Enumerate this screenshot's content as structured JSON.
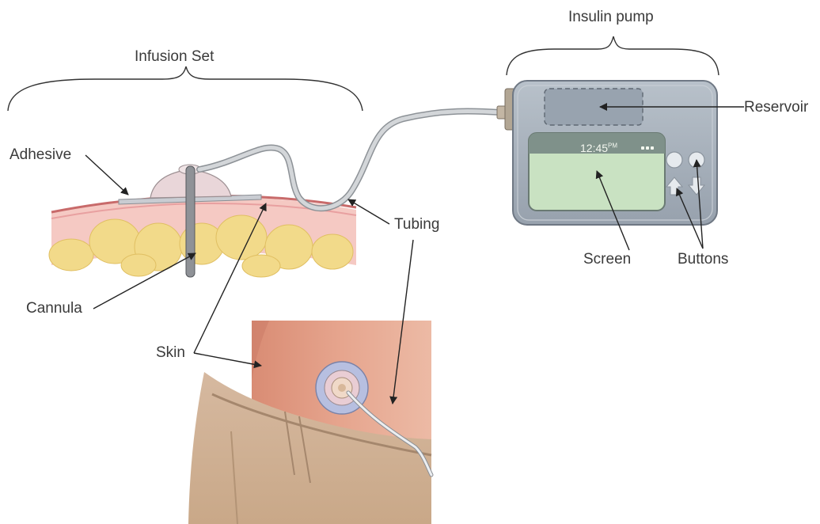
{
  "labels": {
    "infusion_set": "Infusion Set",
    "insulin_pump": "Insulin pump",
    "adhesive": "Adhesive",
    "reservoir": "Reservoir",
    "tubing": "Tubing",
    "cannula": "Cannula",
    "skin": "Skin",
    "screen": "Screen",
    "buttons": "Buttons"
  },
  "pump_display": {
    "time": "12:45",
    "suffix": "PM"
  },
  "colors": {
    "skin": "#e4a088",
    "skin_layer": "#f3c0bd",
    "fat": "#f1d98a",
    "pump_body": "#a6b0bb",
    "pump_screen": "#c5dfbe",
    "label_text": "#3a3a3a"
  }
}
